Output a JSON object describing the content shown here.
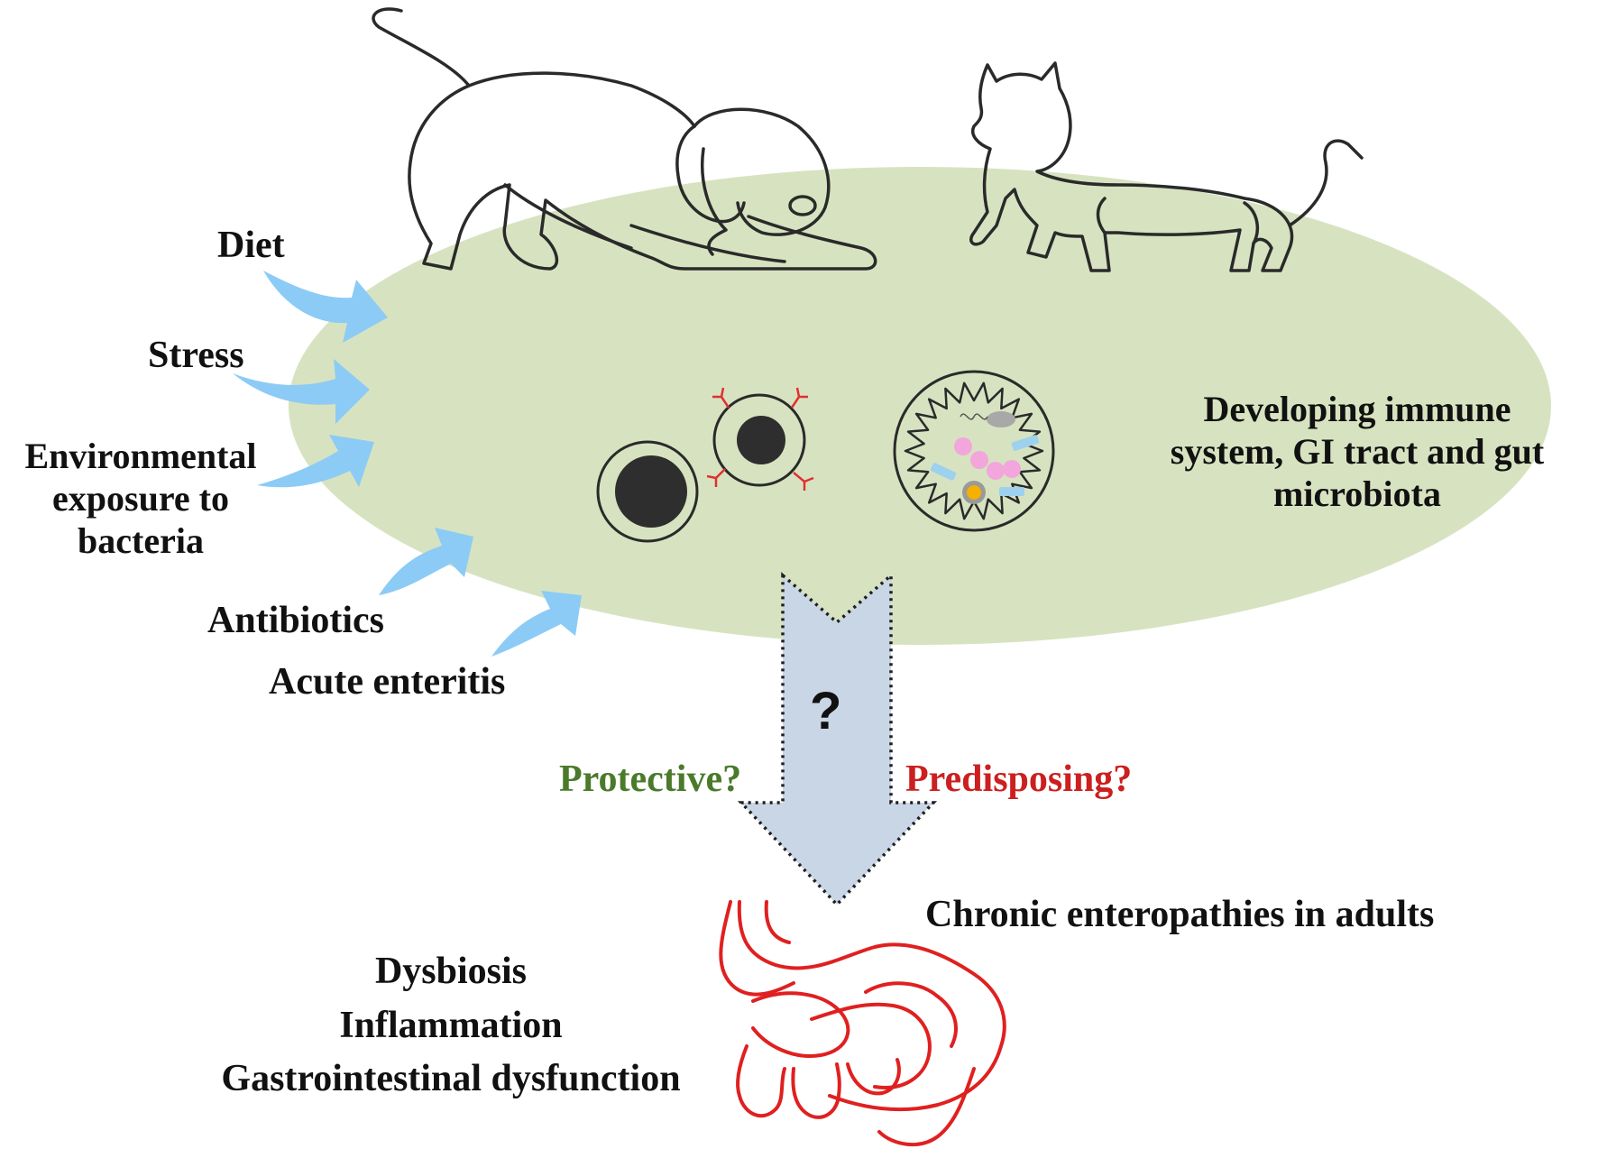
{
  "influences": [
    {
      "label": "Diet"
    },
    {
      "label": "Stress"
    },
    {
      "label": "Environmental exposure to bacteria"
    },
    {
      "label": "Antibiotics"
    },
    {
      "label": "Acute enteritis"
    }
  ],
  "influence_lines": {
    "environmental": [
      "Environmental",
      "exposure to",
      "bacteria"
    ]
  },
  "developing_lines": [
    "Developing immune",
    "system, GI tract and gut",
    "microbiota"
  ],
  "question_mark": "?",
  "protective_label": "Protective?",
  "predisposing_label": "Predisposing?",
  "outcome_title": "Chronic enteropathies in adults",
  "outcome_items": [
    "Dysbiosis",
    "Inflammation",
    "Gastrointestinal dysfunction"
  ],
  "colors": {
    "ellipse_fill": "#d7e3c0",
    "arrow_blue": "#8ccbf5",
    "down_arrow_fill": "#c9d6e6",
    "intestine_red": "#e02020",
    "protective_green": "#4a7a2a",
    "predisposing_red": "#cc1f1f",
    "antibody_red": "#e03030",
    "microbe_pink": "#f2a6dc",
    "microbe_blue": "#9dd1ee",
    "microbe_gray": "#a8a8a8",
    "microbe_orange": "#f5b000"
  }
}
